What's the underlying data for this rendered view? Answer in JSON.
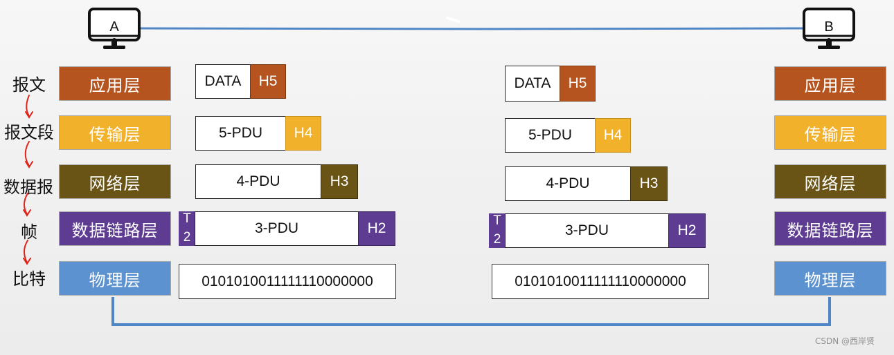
{
  "hosts": {
    "a": "A",
    "b": "B"
  },
  "layers": {
    "application": "应用层",
    "transport": "传输层",
    "network": "网络层",
    "datalink": "数据链路层",
    "physical": "物理层"
  },
  "pdu_names": [
    "报文",
    "报文段",
    "数据报",
    "帧",
    "比特"
  ],
  "units": {
    "data": "DATA",
    "h5": "H5",
    "pdu5": "5-PDU",
    "h4": "H4",
    "pdu4": "4-PDU",
    "h3": "H3",
    "pdu3": "3-PDU",
    "h2": "H2",
    "t2_top": "T",
    "t2_bottom": "2",
    "bits": "0101010011111110000000"
  },
  "colors": {
    "application": "#b5541f",
    "transport": "#f2b12b",
    "network": "#6a5415",
    "datalink": "#5d3c91",
    "physical": "#5b92cf",
    "link_line": "#4f86c6",
    "arrow": "#e0241b"
  },
  "icons": [
    "computer-icon-a",
    "computer-icon-b",
    "down-arrow-icon"
  ],
  "watermark": "CSDN @西岸贤"
}
